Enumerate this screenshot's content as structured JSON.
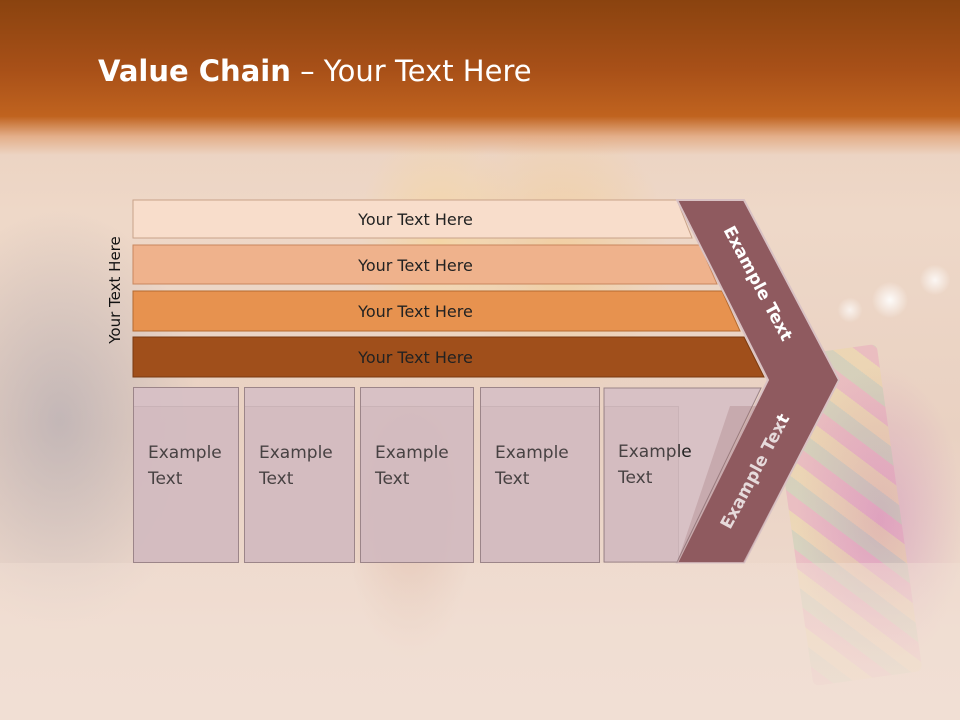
{
  "slide": {
    "title_bold": "Value Chain",
    "title_rest": " – Your Text Here",
    "vertical_label": "Your Text Here",
    "bars": [
      {
        "label": "Your Text Here"
      },
      {
        "label": "Your Text Here"
      },
      {
        "label": "Your Text Here"
      },
      {
        "label": "Your Text Here"
      }
    ],
    "columns": [
      {
        "line1": "Example",
        "line2": "Text"
      },
      {
        "line1": "Example",
        "line2": "Text"
      },
      {
        "line1": "Example",
        "line2": "Text"
      },
      {
        "line1": "Example",
        "line2": "Text"
      },
      {
        "line1": "Example",
        "line2": "Text"
      }
    ],
    "chevron_upper": "Example Text",
    "chevron_lower": "Example Text"
  },
  "colors": {
    "header": "#a85018",
    "bar1": "#f8ddcb",
    "bar2": "#efb28c",
    "bar3": "#e7924f",
    "bar4": "#a04f1b",
    "column_fill": "#d6c0c5",
    "chevron": "#8f5a5f"
  }
}
